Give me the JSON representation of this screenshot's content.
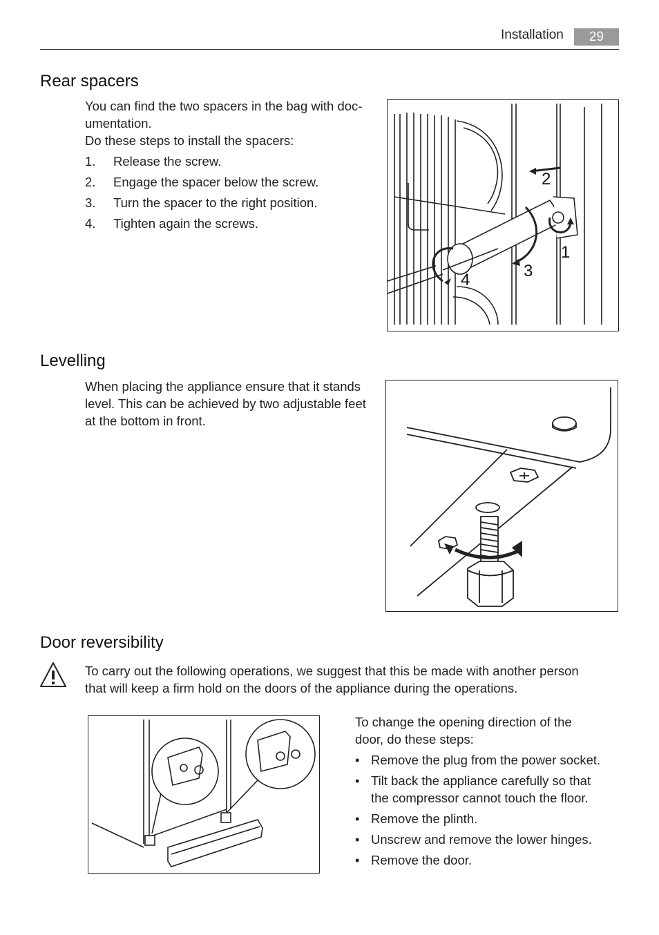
{
  "header": {
    "section": "Installation",
    "page_number": "29"
  },
  "rear_spacers": {
    "title": "Rear spacers",
    "intro": "You can find the two spacers in the bag with doc-umentation.",
    "intro_line1": "You can find the two spacers in the bag with doc-",
    "intro_line2": "umentation.",
    "lead": "Do these steps to install the spacers:",
    "steps": [
      {
        "num": "1.",
        "text": "Release the screw."
      },
      {
        "num": "2.",
        "text": "Engage the spacer below the screw."
      },
      {
        "num": "3.",
        "text": "Turn the spacer to the right position."
      },
      {
        "num": "4.",
        "text": "Tighten again the screws."
      }
    ],
    "figure_labels": [
      "1",
      "2",
      "3",
      "4"
    ]
  },
  "levelling": {
    "title": "Levelling",
    "lines": [
      "When placing the appliance ensure that it stands",
      "level. This can be achieved by two adjustable feet",
      "at the bottom in front."
    ]
  },
  "door_reversibility": {
    "title": "Door reversibility",
    "warning_icon": "warning-triangle-icon",
    "warning_lines": [
      "To carry out the following operations, we suggest that this be made with another person",
      "that will keep a firm hold on the doors of the appliance during the operations."
    ],
    "intro_lines": [
      "To change the opening direction of the",
      "door, do these steps:"
    ],
    "bullets": [
      {
        "lines": [
          "Remove the plug from the power socket."
        ]
      },
      {
        "lines": [
          "Tilt back the appliance carefully so that",
          "the compressor cannot touch the floor."
        ]
      },
      {
        "lines": [
          "Remove the plinth."
        ]
      },
      {
        "lines": [
          "Unscrew and remove the lower hinges."
        ]
      },
      {
        "lines": [
          "Remove the door."
        ]
      }
    ],
    "bullet_symbol": "•"
  }
}
